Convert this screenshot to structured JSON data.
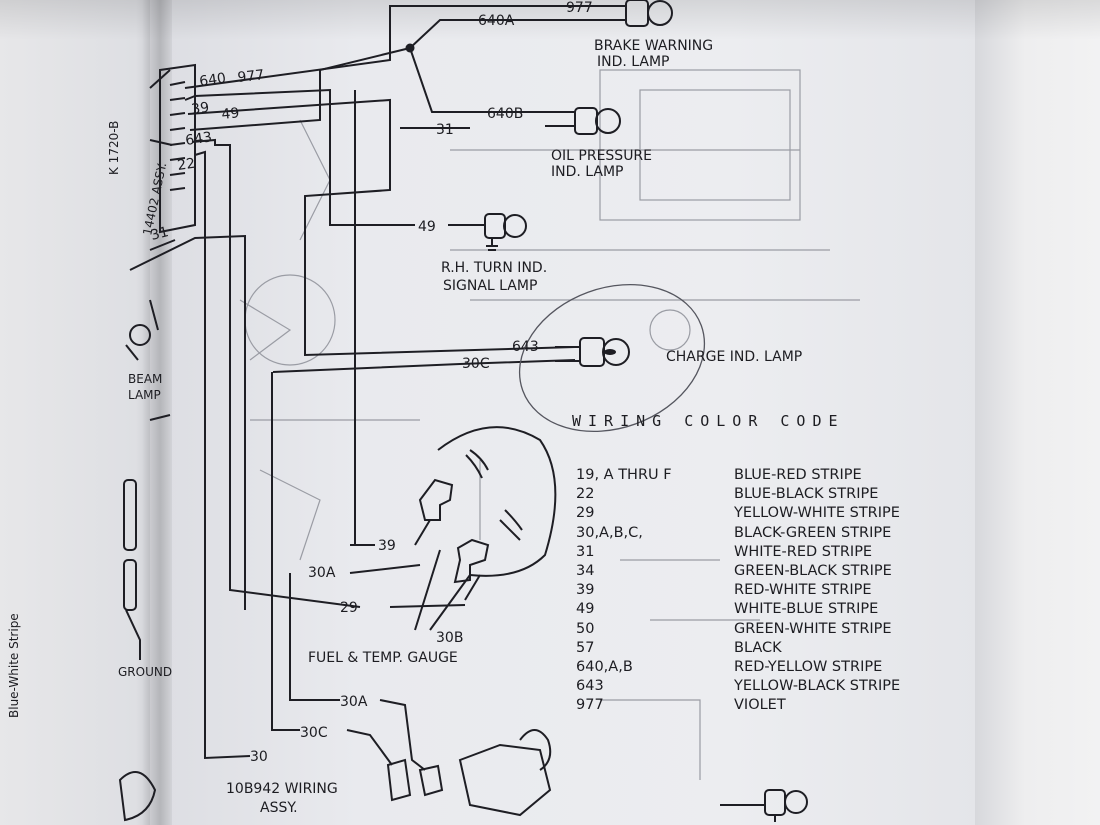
{
  "left_page": {
    "side_text": "Blue-White Stripe",
    "labels": [
      "BEAM",
      "LAMP",
      "GROUND"
    ]
  },
  "connector": {
    "assy_label": "14402 ASSY.",
    "part_code": "K 1720-B"
  },
  "wires": {
    "w640": "640",
    "w977": "977",
    "w39": "39",
    "w49": "49",
    "w643": "643",
    "w22": "22",
    "w31_left": "31",
    "w640A": "640A",
    "w977_top": "977",
    "w640B": "640B",
    "w31": "31",
    "w49_lamp": "49",
    "w643_lamp": "643",
    "w30C": "30C",
    "w39_gauge": "39",
    "w30A_gauge": "30A",
    "w29": "29",
    "w30B": "30B",
    "w30A_low": "30A",
    "w30C_low": "30C",
    "w30_low": "30"
  },
  "lamps": {
    "brake_line1": "BRAKE WARNING",
    "brake_line2": "IND. LAMP",
    "oil_line1": "OIL PRESSURE",
    "oil_line2": "IND. LAMP",
    "turn_line1": "R.H. TURN IND.",
    "turn_line2": "SIGNAL LAMP",
    "charge": "CHARGE IND. LAMP"
  },
  "gauge_label": "FUEL & TEMP. GAUGE",
  "wiring_assy_line1": "10B942 WIRING",
  "wiring_assy_line2": "ASSY.",
  "color_code": {
    "title": "WIRING COLOR CODE",
    "rows": [
      {
        "code": "19, A    THRU F",
        "color": "BLUE-RED STRIPE"
      },
      {
        "code": "22",
        "color": "BLUE-BLACK STRIPE"
      },
      {
        "code": "29",
        "color": "YELLOW-WHITE STRIPE"
      },
      {
        "code": "30,A,B,C,",
        "color": "BLACK-GREEN STRIPE"
      },
      {
        "code": "31",
        "color": "WHITE-RED STRIPE"
      },
      {
        "code": "34",
        "color": "GREEN-BLACK STRIPE"
      },
      {
        "code": "39",
        "color": "RED-WHITE STRIPE"
      },
      {
        "code": "49",
        "color": "WHITE-BLUE STRIPE"
      },
      {
        "code": "50",
        "color": "GREEN-WHITE STRIPE"
      },
      {
        "code": "57",
        "color": "BLACK"
      },
      {
        "code": "640,A,B",
        "color": "RED-YELLOW STRIPE"
      },
      {
        "code": "643",
        "color": "YELLOW-BLACK STRIPE"
      },
      {
        "code": "977",
        "color": "VIOLET"
      }
    ]
  }
}
